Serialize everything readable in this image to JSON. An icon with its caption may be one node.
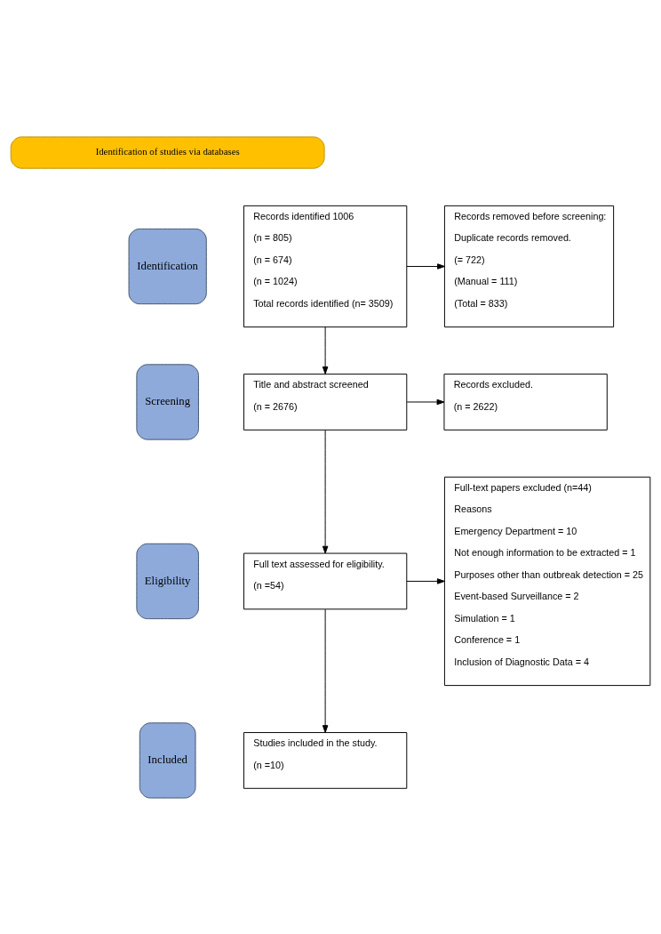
{
  "diagram": {
    "nodes": [
      {
        "text": [
          "Identification of studies via databases"
        ]
      },
      {
        "text": [
          "Identification"
        ]
      },
      {
        "text": [
          "Records identified 1006",
          "(n = 805)",
          "(n = 674)",
          "(n = 1024)",
          "Total records identified (n= 3509)"
        ]
      },
      {
        "text": [
          "Records removed before screening:",
          "Duplicate records removed.",
          "(= 722)",
          "(Manual = 111)",
          "(Total = 833)"
        ]
      },
      {
        "text": [
          "Screening"
        ]
      },
      {
        "text": [
          "Title and abstract screened",
          "(n = 2676)"
        ]
      },
      {
        "text": [
          "Records excluded.",
          "(n = 2622)"
        ]
      },
      {
        "text": [
          "Eligibility"
        ]
      },
      {
        "text": [
          "Full text assessed for eligibility.",
          "(n =54)"
        ]
      },
      {
        "text": [
          "Full-text papers excluded (n=44)",
          "Reasons",
          "Emergency Department = 10",
          "Not enough information to be extracted = 1",
          "Purposes other than outbreak detection = 25",
          "Event-based Surveillance = 2",
          "Simulation = 1",
          "Conference = 1",
          "Inclusion of Diagnostic Data = 4"
        ]
      },
      {
        "text": [
          "Included"
        ]
      },
      {
        "text": [
          "Studies included in the study.",
          "(n =10)"
        ]
      }
    ],
    "edges": [
      {
        "from": 2,
        "to": 3,
        "arrow": "to"
      },
      {
        "from": 2,
        "to": 5,
        "arrow": "to"
      },
      {
        "from": 5,
        "to": 6,
        "arrow": "to"
      },
      {
        "from": 5,
        "to": 8,
        "arrow": "to"
      },
      {
        "from": 8,
        "to": 9,
        "arrow": "to"
      },
      {
        "from": 8,
        "to": 11,
        "arrow": "to"
      }
    ]
  }
}
